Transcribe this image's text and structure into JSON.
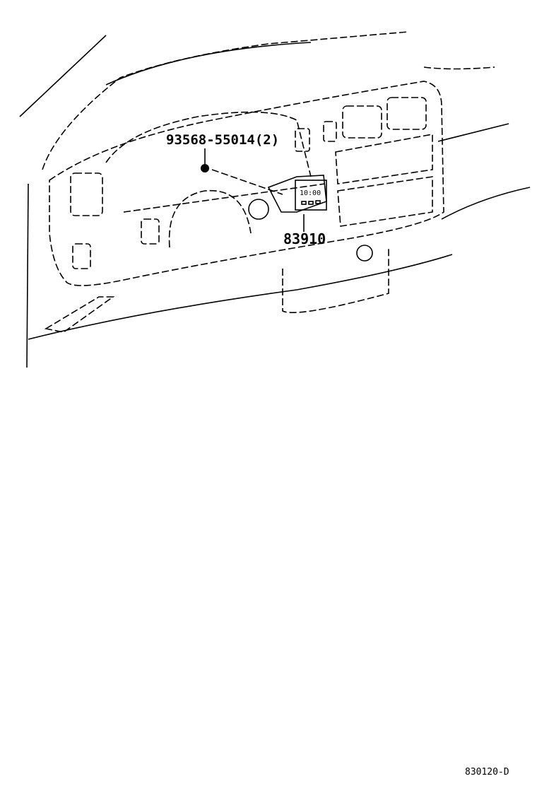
{
  "diagram": {
    "parts": [
      {
        "number": "93568-55014",
        "quantity": "(2)"
      },
      {
        "number": "83910"
      }
    ],
    "illustration_code": "830120-D",
    "display_digits": "10:00"
  }
}
